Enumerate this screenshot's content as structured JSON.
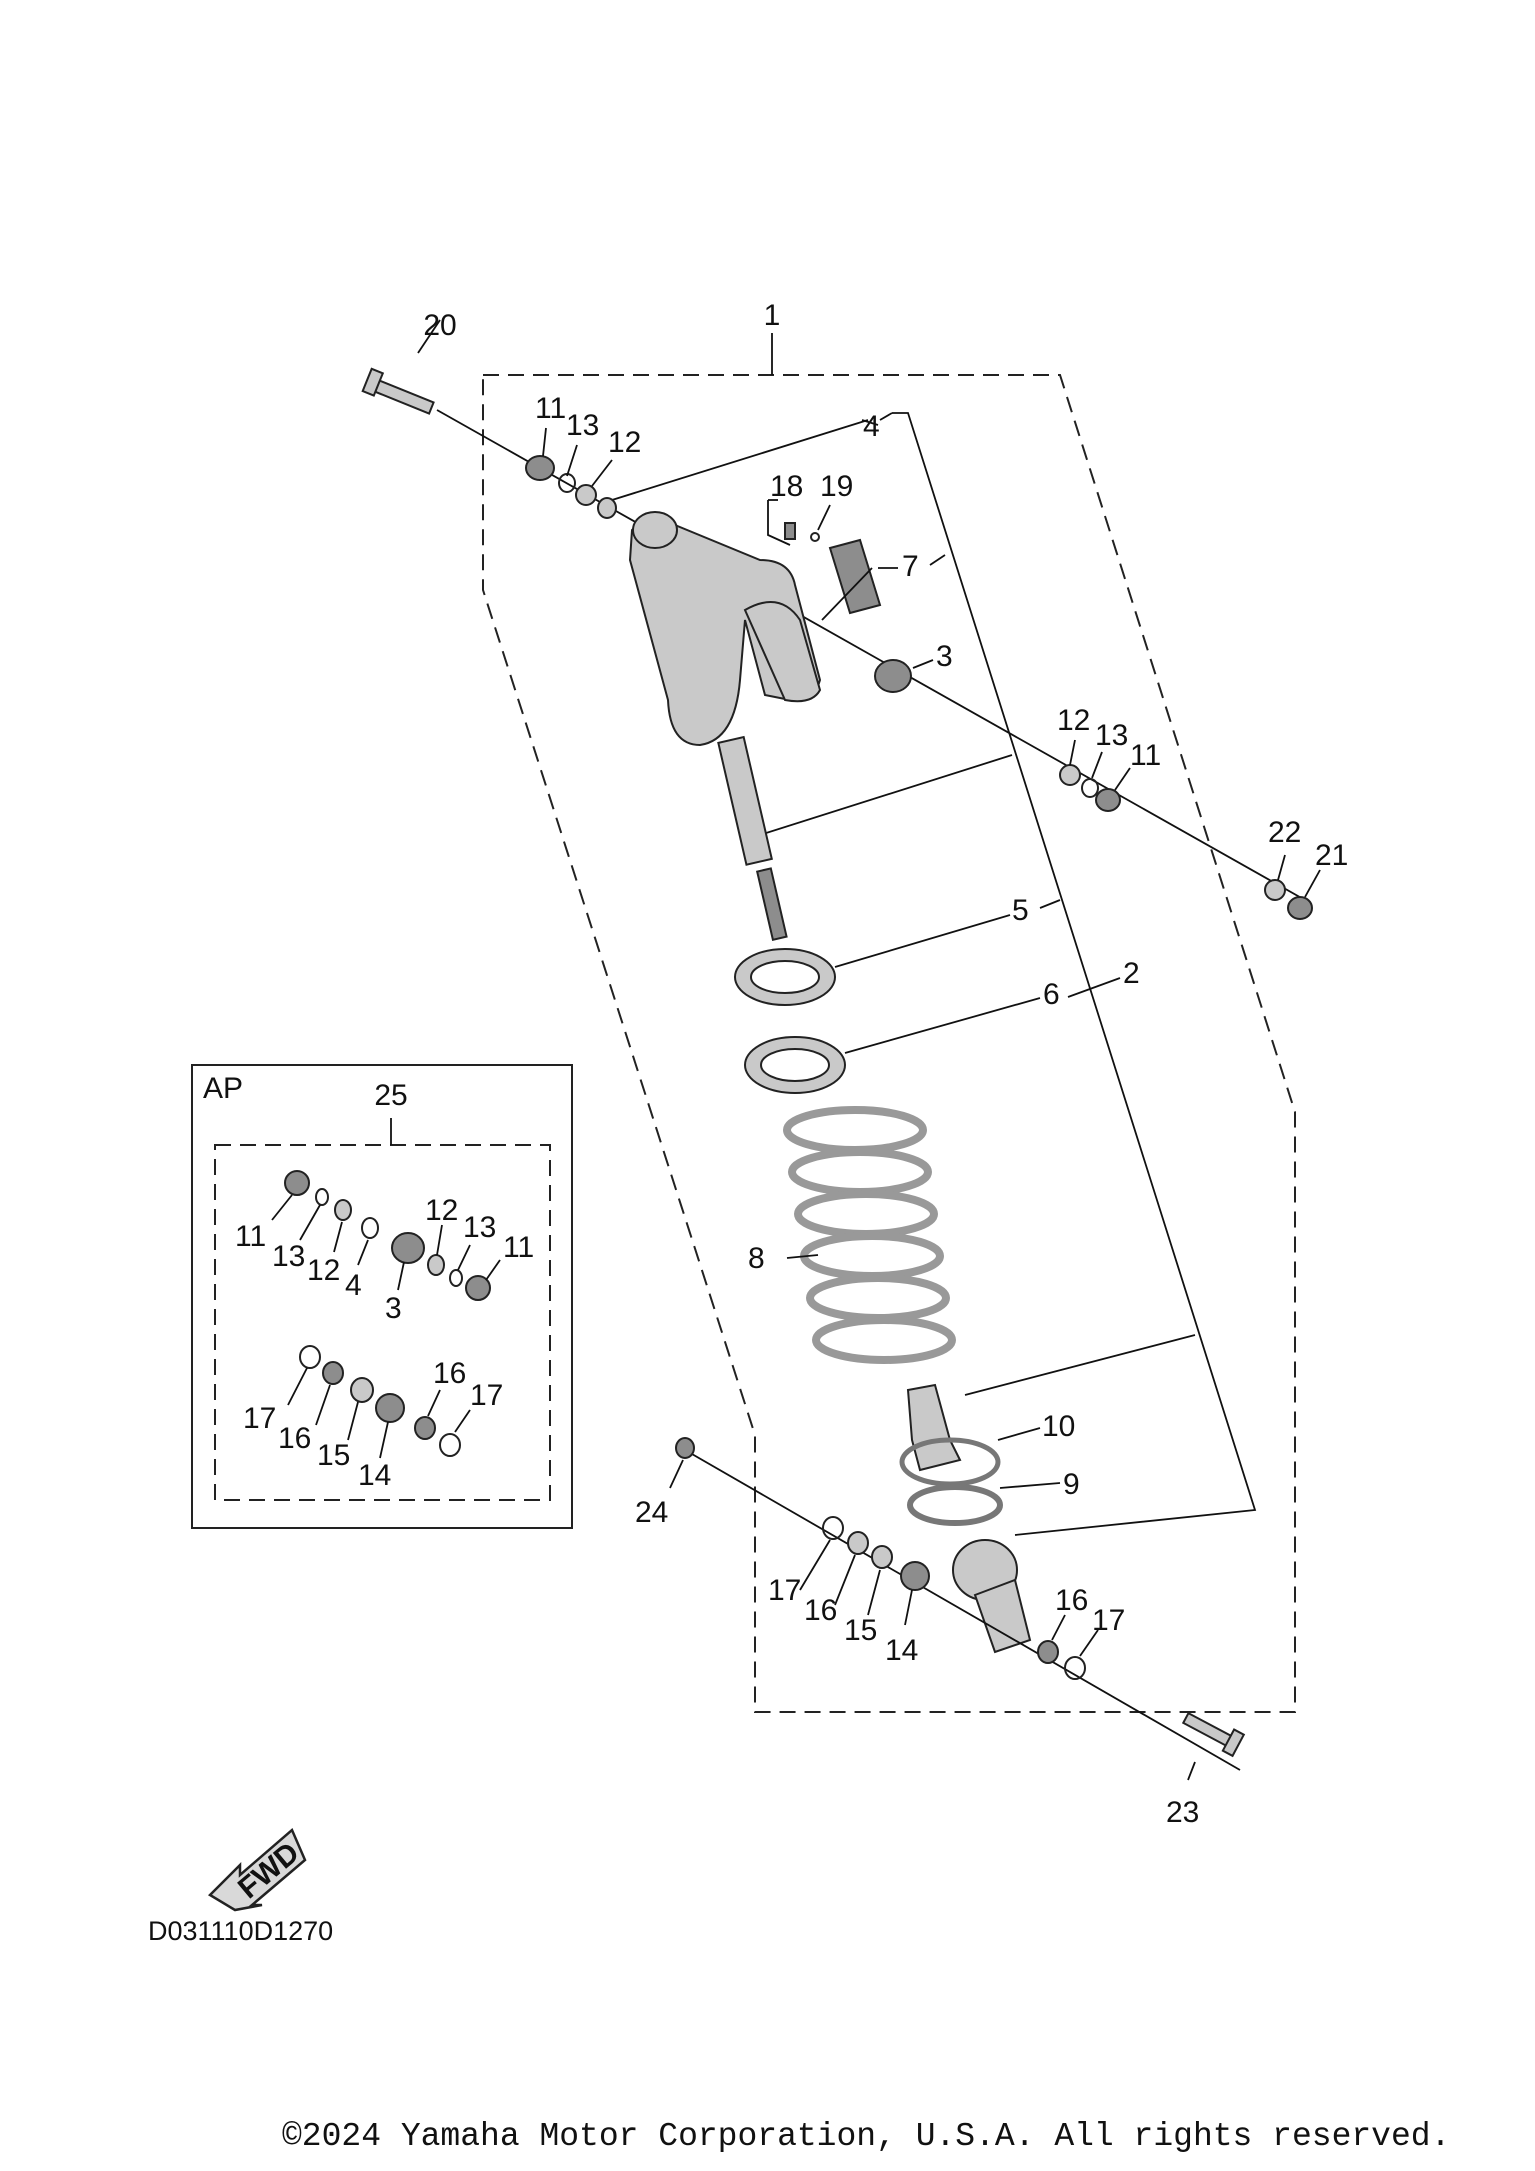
{
  "diagram": {
    "ap_box_label": "AP",
    "drawing_code": "D031110D1270",
    "fwd_arrow_text": "FWD",
    "copyright": "©2024 Yamaha Motor Corporation, U.S.A. All rights reserved.",
    "callouts": {
      "c1": "1",
      "c2": "2",
      "c3": "3",
      "c4": "4",
      "c5": "5",
      "c6": "6",
      "c7": "7",
      "c8": "8",
      "c9": "9",
      "c10": "10",
      "c11a": "11",
      "c13a": "13",
      "c12a": "12",
      "c18": "18",
      "c19": "19",
      "c20": "20",
      "c12b": "12",
      "c13b": "13",
      "c11b": "11",
      "c22": "22",
      "c21": "21",
      "c24": "24",
      "c17a": "17",
      "c16a": "16",
      "c15a": "15",
      "c14a": "14",
      "c16b": "16",
      "c17b": "17",
      "c23": "23",
      "c25": "25",
      "ap11a": "11",
      "ap13a": "13",
      "ap12a": "12",
      "ap4": "4",
      "ap3": "3",
      "ap12b": "12",
      "ap13b": "13",
      "ap11b": "11",
      "ap17a": "17",
      "ap16a": "16",
      "ap15": "15",
      "ap14": "14",
      "ap16b": "16",
      "ap17b": "17"
    }
  }
}
